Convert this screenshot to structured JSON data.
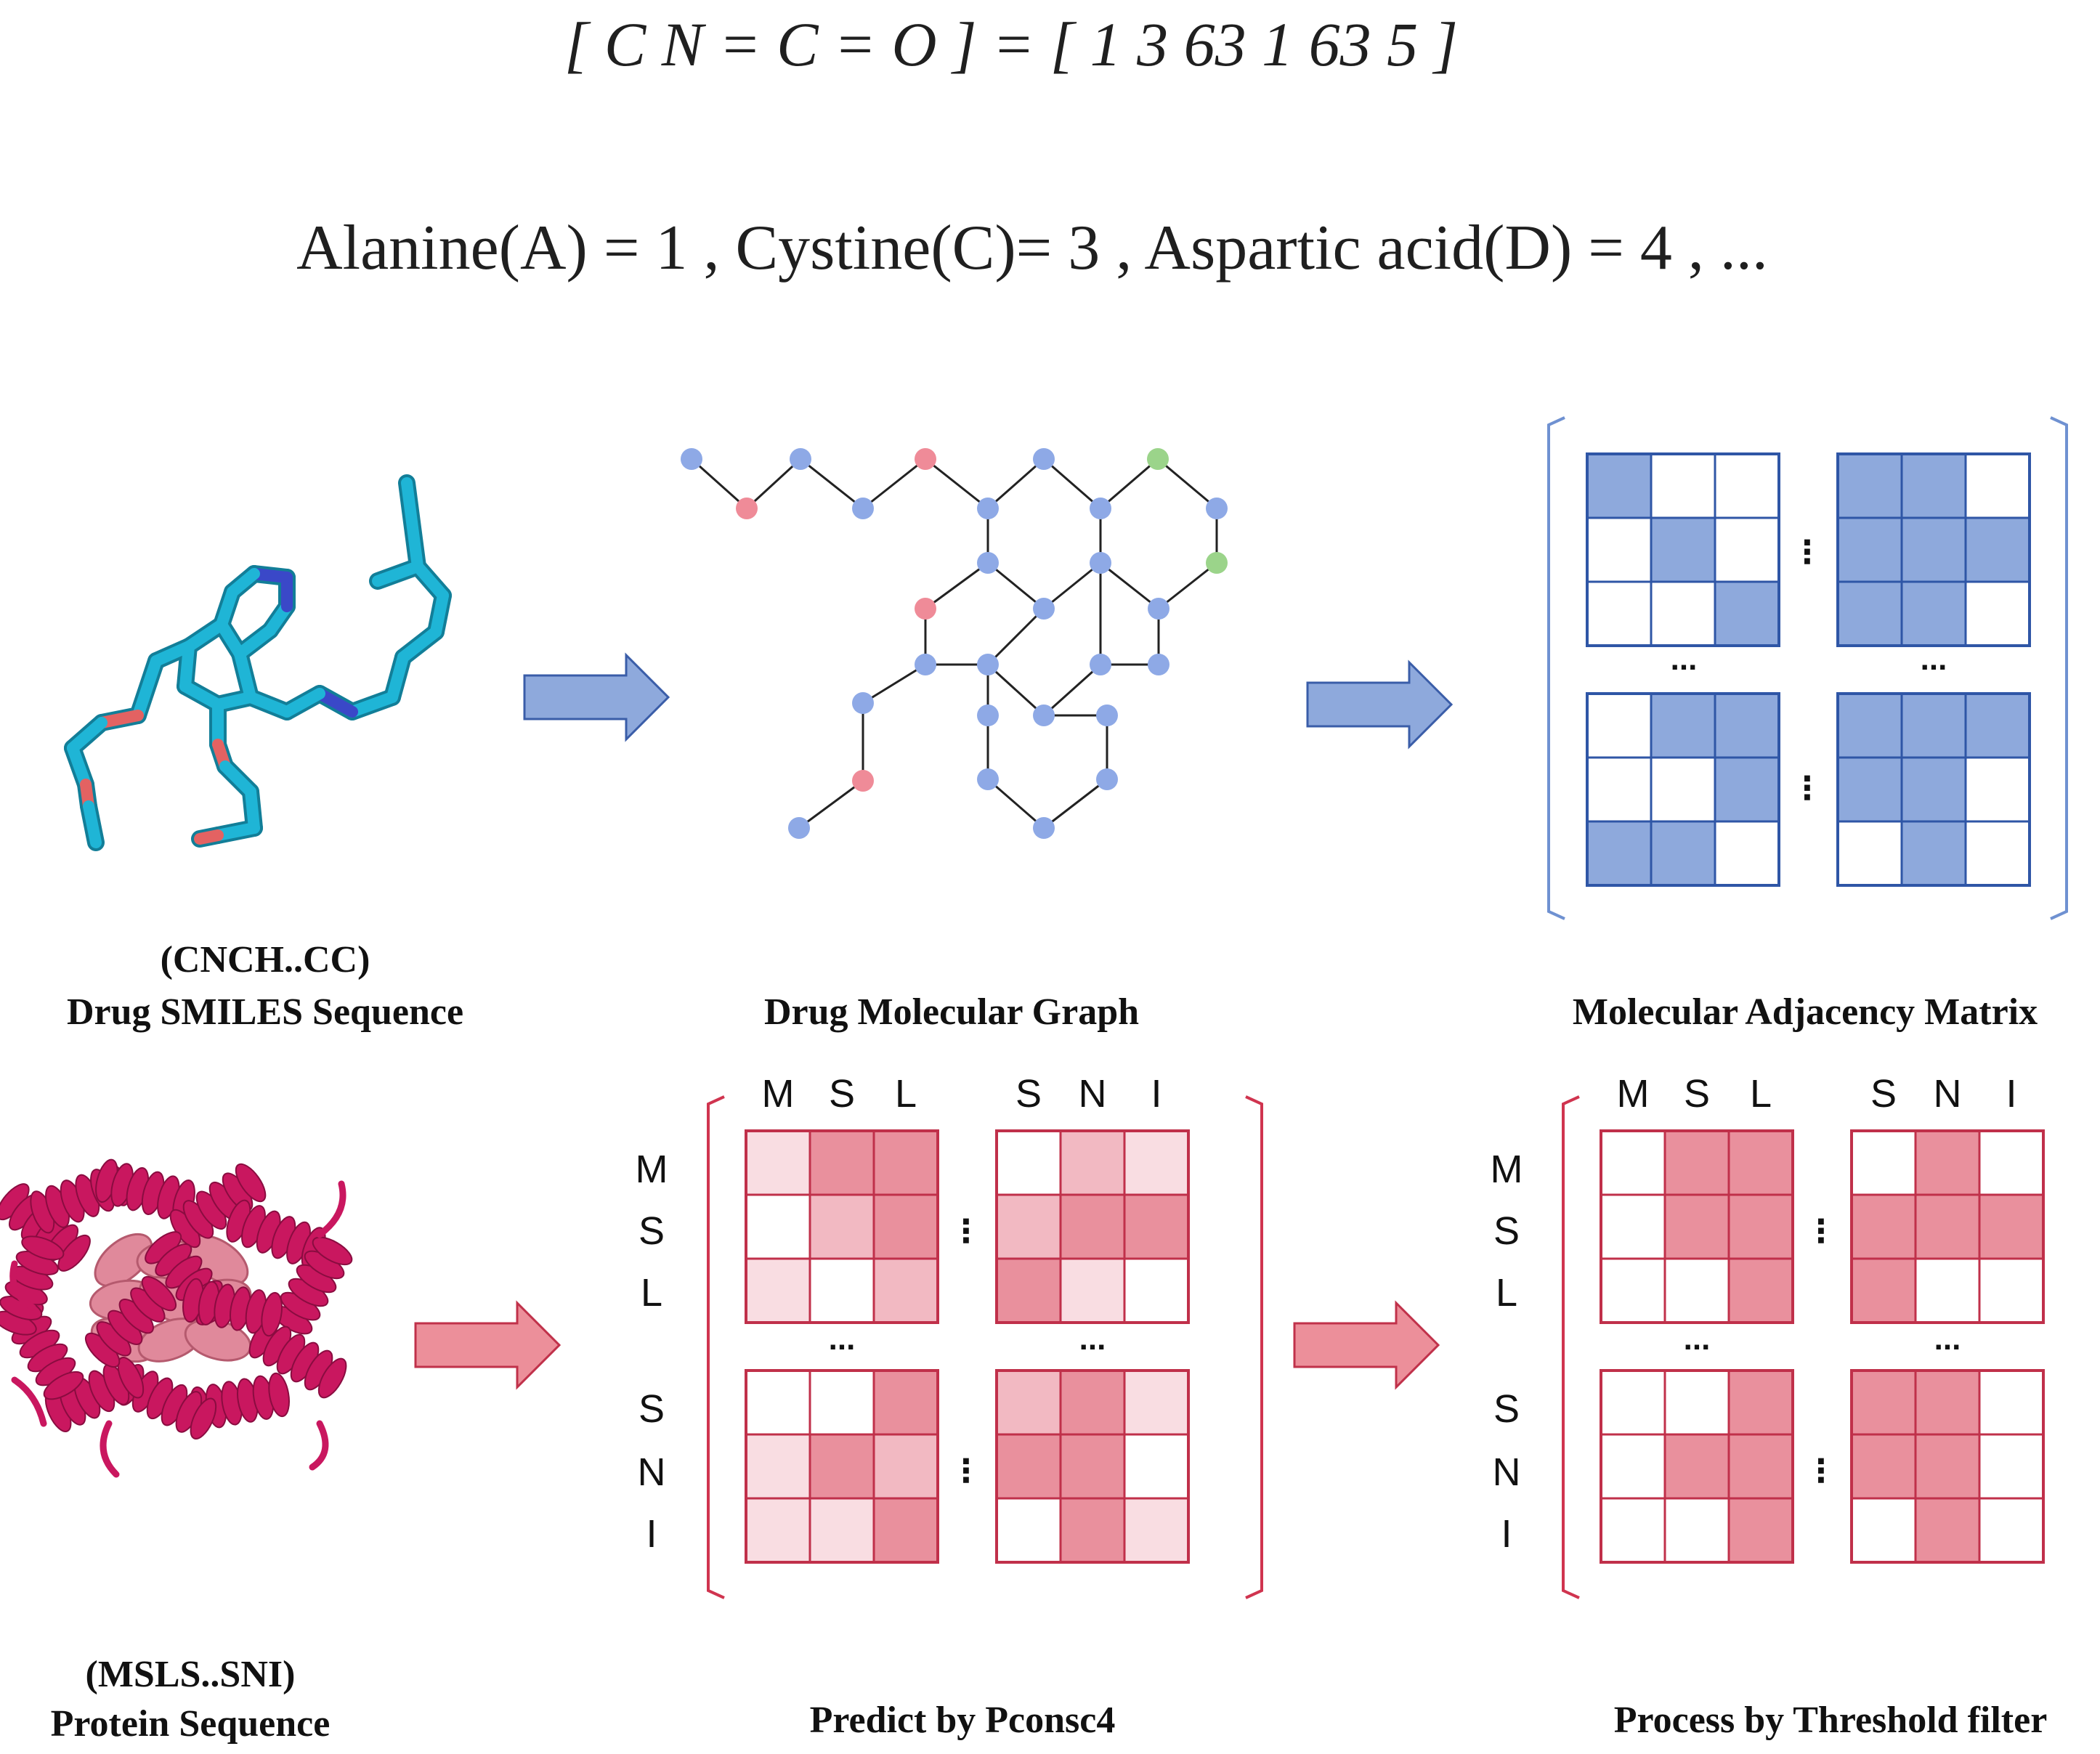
{
  "encoding": {
    "smiles_equation": "[ C  N  =  C  =  O ] = [ 1  3  63  1  63  5 ]",
    "amino_acid_equation": "Alanine(A)  =  1 ,  Cystine(C)=  3  ,  Aspartic acid(D)  =  4  ,  ..."
  },
  "captions": {
    "smiles_short": "(CNCH..CC)",
    "smiles": "Drug SMILES Sequence",
    "graph": "Drug Molecular Graph",
    "adjacency": "Molecular Adjacency Matrix",
    "protein_short": "(MSLS..SNI)",
    "protein": "Protein Sequence",
    "pconsc4": "Predict by Pconsc4",
    "threshold": "Process by Threshold filter"
  },
  "matrix_labels": {
    "columns": [
      "M",
      "S",
      "L",
      "S",
      "N",
      "I"
    ],
    "rows": [
      "M",
      "S",
      "L",
      "S",
      "N",
      "I"
    ],
    "ellipsis_h": "...",
    "ellipsis_v": "⋮"
  },
  "colors": {
    "arrow_blue": "#8ea9dc",
    "arrow_blue_stroke": "#3a5da8",
    "arrow_red": "#ec8f9a",
    "arrow_red_stroke": "#c0314a",
    "graph_atom_c": "#8ea9e6",
    "graph_atom_o": "#ef8b98",
    "graph_atom_x": "#9bd48a",
    "adj_fill": "#8ea9dc",
    "adj_line": "#2f56a6",
    "map_line": "#c0304a",
    "map_strong": "#e9909d",
    "map_mid": "#f2b9c2",
    "map_light": "#f9dde2",
    "bracket_blue": "#6f91d1",
    "bracket_red": "#d0344f"
  },
  "adjacency_blocks": [
    [
      [
        1,
        0,
        0
      ],
      [
        0,
        1,
        0
      ],
      [
        0,
        0,
        1
      ]
    ],
    [
      [
        1,
        1,
        0
      ],
      [
        1,
        1,
        1
      ],
      [
        1,
        1,
        0
      ]
    ],
    [
      [
        0,
        1,
        1
      ],
      [
        0,
        0,
        1
      ],
      [
        1,
        1,
        0
      ]
    ],
    [
      [
        1,
        1,
        1
      ],
      [
        1,
        1,
        0
      ],
      [
        0,
        1,
        0
      ]
    ]
  ],
  "contact_maps": [
    [
      [
        1,
        3,
        3
      ],
      [
        0,
        2,
        3
      ],
      [
        1,
        0,
        2
      ]
    ],
    [
      [
        0,
        2,
        1
      ],
      [
        2,
        3,
        3
      ],
      [
        3,
        1,
        0
      ]
    ],
    [
      [
        0,
        0,
        3
      ],
      [
        1,
        3,
        2
      ],
      [
        1,
        1,
        3
      ]
    ],
    [
      [
        2,
        3,
        1
      ],
      [
        3,
        3,
        0
      ],
      [
        0,
        3,
        1
      ]
    ]
  ],
  "threshold_maps": [
    [
      [
        0,
        1,
        1
      ],
      [
        0,
        1,
        1
      ],
      [
        0,
        0,
        1
      ]
    ],
    [
      [
        0,
        1,
        0
      ],
      [
        1,
        1,
        1
      ],
      [
        1,
        0,
        0
      ]
    ],
    [
      [
        0,
        0,
        1
      ],
      [
        0,
        1,
        1
      ],
      [
        0,
        0,
        1
      ]
    ],
    [
      [
        1,
        1,
        0
      ],
      [
        1,
        1,
        0
      ],
      [
        0,
        1,
        0
      ]
    ]
  ]
}
